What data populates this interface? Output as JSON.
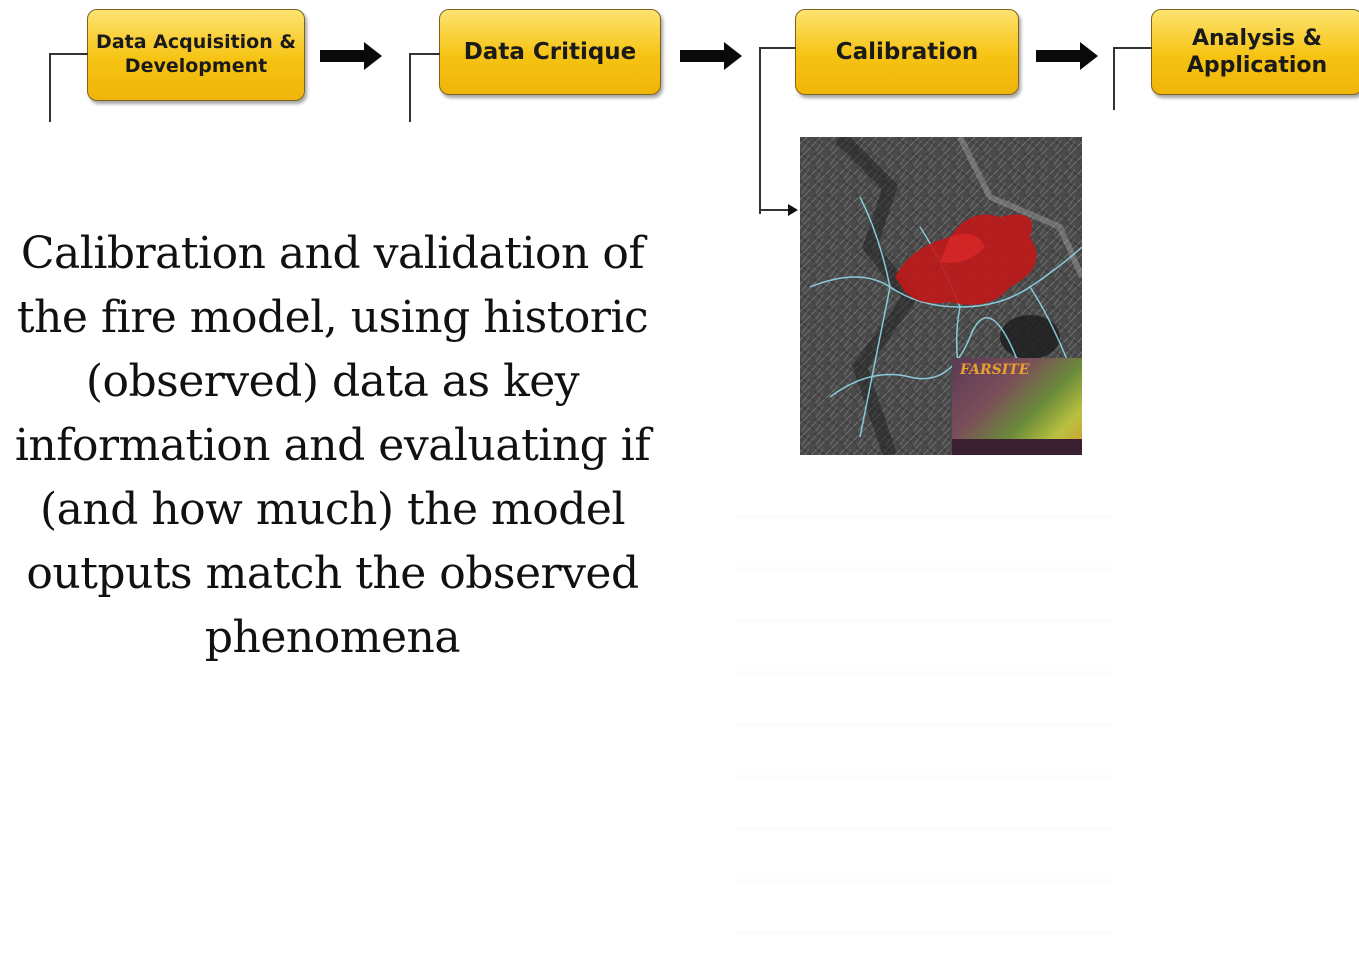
{
  "stages": [
    "Data Acquisition &\nDevelopment",
    "Data Critique",
    "Calibration",
    "Analysis &\nApplication"
  ],
  "description": "Calibration and validation of the fire model, using historic (observed) data as key information and evaluating if (and how much) the model outputs match the observed phenomena",
  "inset_logo_text": "FARSITE",
  "colors": {
    "stage_fill": "#f6c313",
    "stage_border": "#7a6420",
    "burn_area": "#c01818",
    "streams": "#8fd8e8"
  }
}
